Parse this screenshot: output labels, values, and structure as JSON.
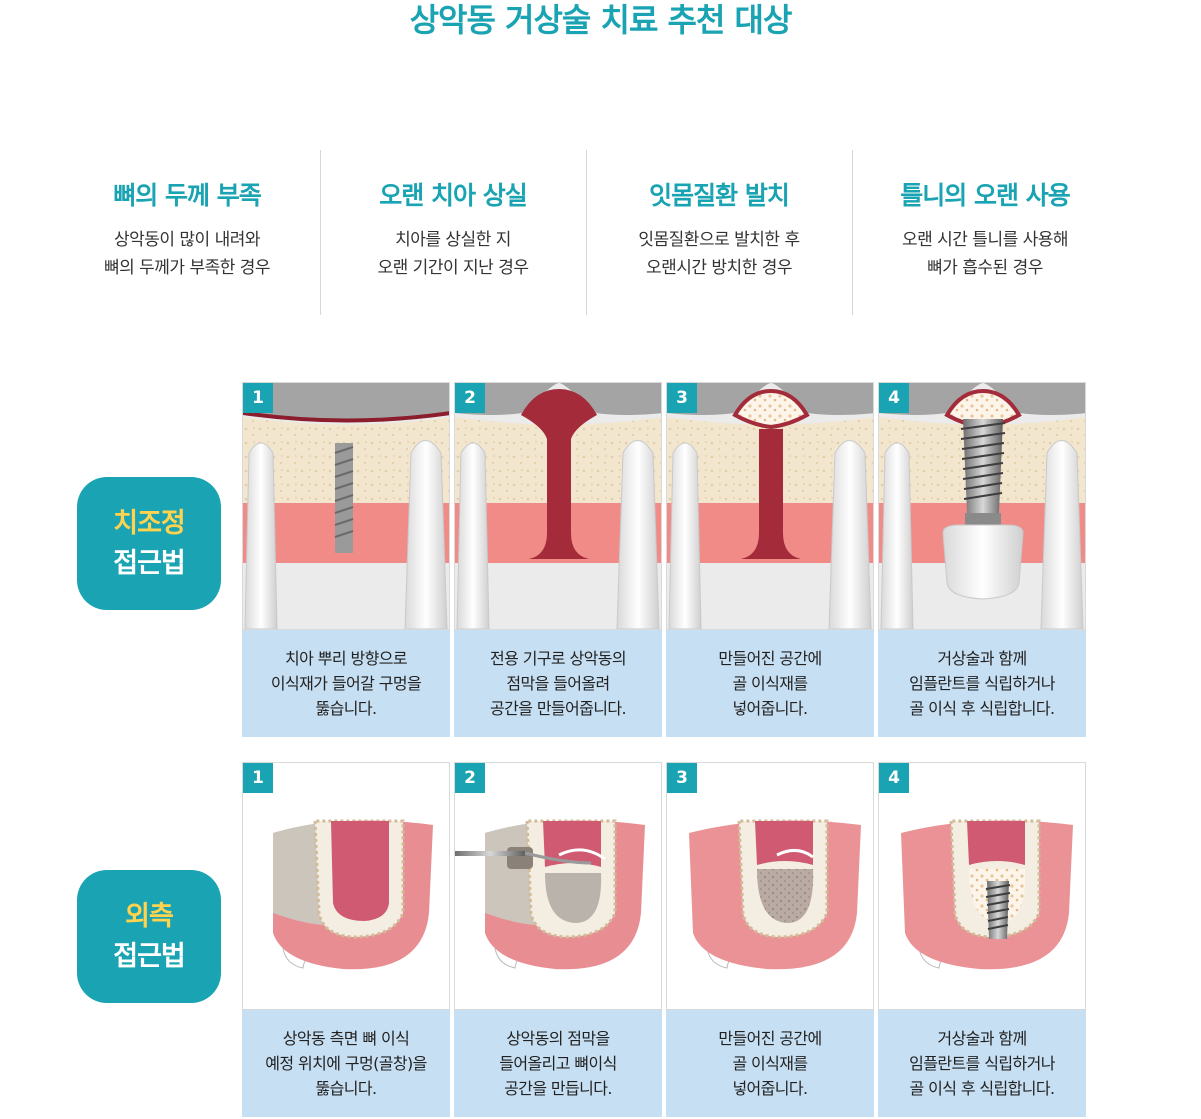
{
  "page": {
    "title": "상악동 거상술 치료 추천 대상"
  },
  "criteria": [
    {
      "title": "뼈의 두께 부족",
      "desc": "상악동이 많이 내려와\n뼈의 두께가 부족한 경우"
    },
    {
      "title": "오랜 치아 상실",
      "desc": "치아를 상실한 지\n오랜 기간이 지난 경우"
    },
    {
      "title": "잇몸질환 발치",
      "desc": "잇몸질환으로 발치한 후\n오랜시간 방치한 경우"
    },
    {
      "title": "틀니의 오랜 사용",
      "desc": "오랜 시간 틀니를 사용해\n뼈가 흡수된 경우"
    }
  ],
  "crestal": {
    "badge_accent": "치조정",
    "badge_main": "접근법",
    "steps": [
      {
        "num": "1",
        "caption": "치아 뿌리 방향으로\n이식재가 들어갈 구멍을\n뚫습니다."
      },
      {
        "num": "2",
        "caption": "전용 기구로 상악동의\n점막을 들어올려\n공간을 만들어줍니다."
      },
      {
        "num": "3",
        "caption": "만들어진 공간에\n골 이식재를\n넣어줍니다."
      },
      {
        "num": "4",
        "caption": "거상술과 함께\n임플란트를 식립하거나\n골 이식 후 식립합니다."
      }
    ]
  },
  "lateral": {
    "badge_accent": "외측",
    "badge_main": "접근법",
    "steps": [
      {
        "num": "1",
        "caption": "상악동 측면 뼈 이식\n예정 위치에 구멍(골창)을\n뚫습니다."
      },
      {
        "num": "2",
        "caption": "상악동의 점막을\n들어올리고 뼈이식\n공간을 만듭니다."
      },
      {
        "num": "3",
        "caption": "만들어진 공간에\n골 이식재를\n넣어줍니다."
      },
      {
        "num": "4",
        "caption": "거상술과 함께\n임플란트를 식립하거나\n골 이식 후 식립합니다."
      }
    ]
  },
  "colors": {
    "accent": "#1aa3b2",
    "badge_accent": "#ffd34d",
    "caption_bg": "#c7dff2"
  }
}
